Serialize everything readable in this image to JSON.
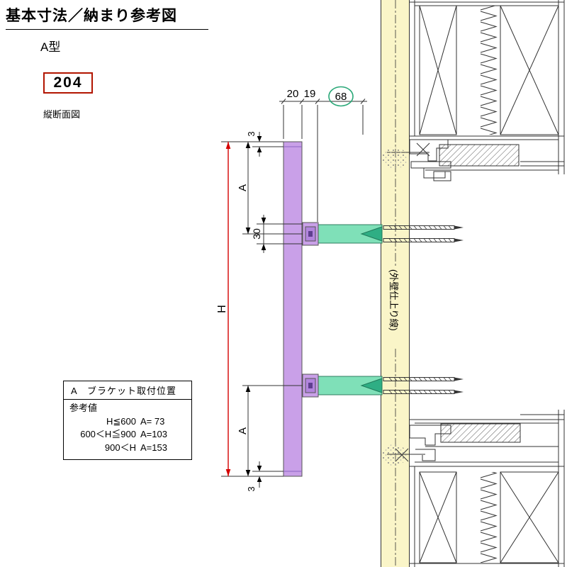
{
  "header": {
    "title": "基本寸法／納まり参考図",
    "type_label": "A型",
    "code": "204",
    "section_label": "縦断面図"
  },
  "dims": {
    "d20": "20",
    "d19": "19",
    "d68": "68",
    "d3_top": "3",
    "d3_bottom": "3",
    "a_top": "A",
    "a_bottom": "A",
    "d30": "30",
    "h": "H"
  },
  "wall": {
    "finish_note": "(外壁仕上り線)"
  },
  "table": {
    "header": "A　ブラケット取付位置",
    "subheader": "参考値",
    "rows": [
      {
        "condition": "H≦600",
        "value": "A= 73"
      },
      {
        "condition": "600＜H≦900",
        "value": "A=103"
      },
      {
        "condition": "900＜H",
        "value": "A=153"
      }
    ]
  },
  "colors": {
    "wall_yellow": "#faf5c8",
    "bar_purple": "#c9a0e8",
    "bar_purple_dark": "#b285dd",
    "bracket_green": "#7fe0b8",
    "bracket_green_dark": "#2fae84",
    "dim_red": "#d40000",
    "circle_green": "#2aa878"
  }
}
